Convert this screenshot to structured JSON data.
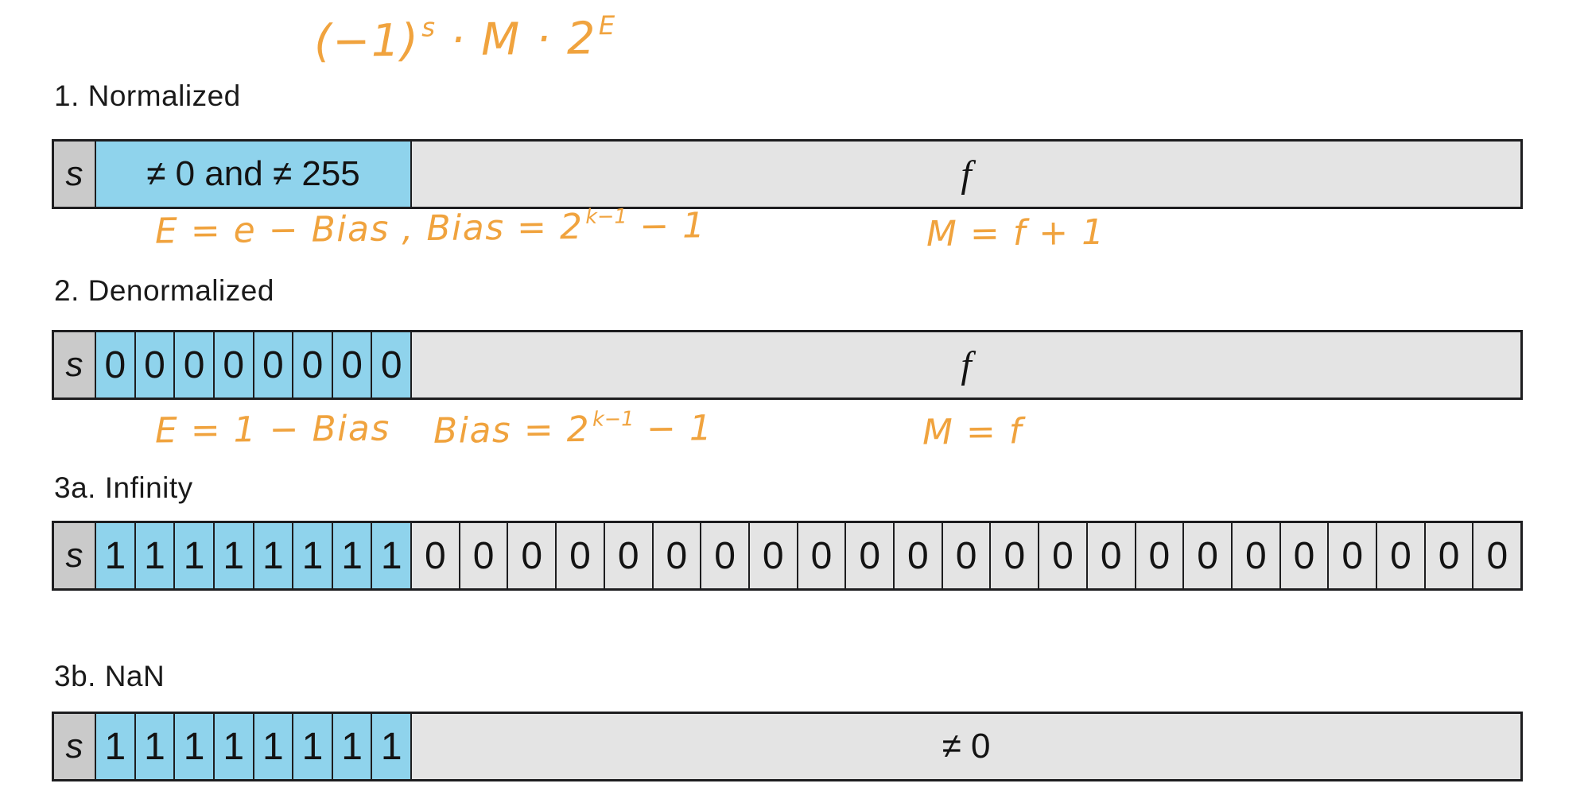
{
  "colors": {
    "blue": "#8fd3ec",
    "sign_gray": "#cacaca",
    "frac_gray": "#e4e4e4",
    "border": "#1d1d1f",
    "ink": "#f0a33e"
  },
  "formula_top": {
    "coeff": "(−1)",
    "coeff_sup": "s",
    "mid": " · M · 2",
    "exp_sup": "E"
  },
  "sections": {
    "normalized": {
      "heading": "1. Normalized",
      "sign_label": "s",
      "exp_label": "≠ 0 and ≠ 255",
      "frac_label": "f",
      "note_e": {
        "a": "E = e − Bias ,  Bias = 2",
        "sup": "k−1",
        "b": " − 1"
      },
      "note_m": "M = f + 1"
    },
    "denormalized": {
      "heading": "2. Denormalized",
      "sign_label": "s",
      "exp_bits": [
        "0",
        "0",
        "0",
        "0",
        "0",
        "0",
        "0",
        "0"
      ],
      "frac_label": "f",
      "note_e1": "E = 1 − Bias",
      "note_e2": {
        "a": "Bias = 2",
        "sup": "k−1",
        "b": " − 1"
      },
      "note_m": "M = f"
    },
    "infinity": {
      "heading": "3a. Infinity",
      "sign_label": "s",
      "exp_bits": [
        "1",
        "1",
        "1",
        "1",
        "1",
        "1",
        "1",
        "1"
      ],
      "frac_bits": [
        "0",
        "0",
        "0",
        "0",
        "0",
        "0",
        "0",
        "0",
        "0",
        "0",
        "0",
        "0",
        "0",
        "0",
        "0",
        "0",
        "0",
        "0",
        "0",
        "0",
        "0",
        "0",
        "0"
      ]
    },
    "nan": {
      "heading": "3b. NaN",
      "sign_label": "s",
      "exp_bits": [
        "1",
        "1",
        "1",
        "1",
        "1",
        "1",
        "1",
        "1"
      ],
      "frac_label": "≠ 0"
    }
  }
}
